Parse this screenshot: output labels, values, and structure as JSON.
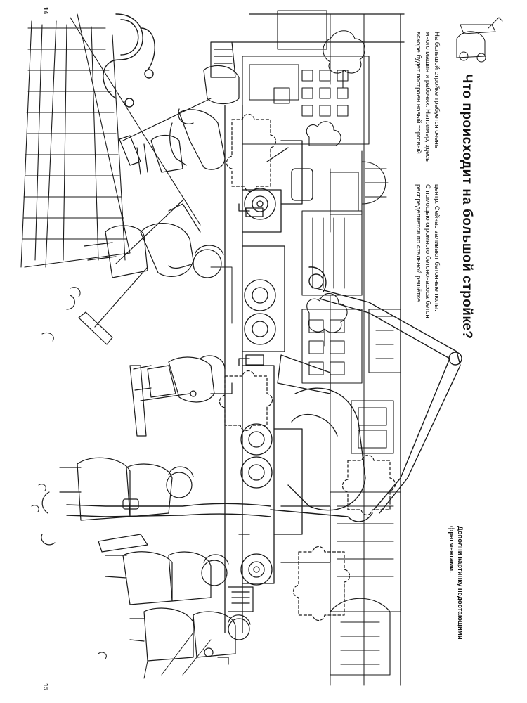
{
  "page": {
    "title": "Что происходит на большой стройке?",
    "paragraph": [
      "На большой стройке требуется очень",
      "много машин и рабочих. Например, здесь",
      "вскоре будет построен новый торговый",
      "центр. Сейчас заливают бетонные полы.",
      "С помощью огромного бетононасоса бетон",
      "распределяется по стальной решётке."
    ],
    "instruction": [
      "Дополни картинку недостающими",
      "фрагментами."
    ],
    "page_left": "14",
    "page_right": "15"
  }
}
